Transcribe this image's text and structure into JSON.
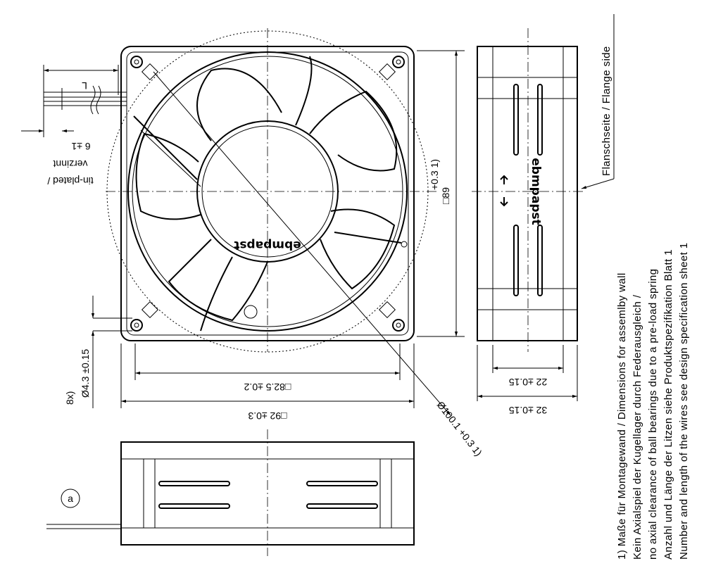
{
  "drawing": {
    "flange_label": "Flanschseite / Flange side",
    "brand": "ebmpapst",
    "dimensions": {
      "square_89": "□89",
      "tol_89": "+0.3 1)",
      "square_82_5": "□82.5 ±0.2",
      "square_92": "□92 ±0.3",
      "dia_100_1": "Ø100.1 +0.3 1)",
      "depth_22": "22 ±0.15",
      "depth_32": "32 ±0.15",
      "hole_count": "8x)",
      "hole_dia": "Ø4.3 ±0.15",
      "wire_len": "L",
      "strip_len": "6 ±1",
      "tin_1": "tin-plated /",
      "tin_2": "verzinnt"
    },
    "callout": "a",
    "notes": [
      "1) Maße für Montagewand / Dimensions for assemlby wall",
      "Kein Axialspiel der Kugellager durch Federausgleich /",
      "no axial clearance of ball bearings due to a pre-load spring",
      "Anzahl und Länge der Litzen siehe Produktspezifikation Blatt 1",
      "Number and length of the wires see design specification sheet 1"
    ]
  }
}
